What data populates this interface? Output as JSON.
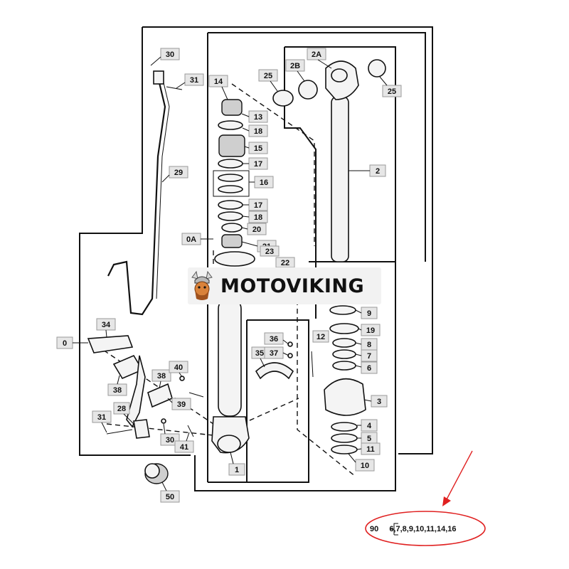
{
  "diagram": {
    "labels": {
      "l0": "0",
      "l0a": "0A",
      "l1": "1",
      "l2": "2",
      "l2a": "2A",
      "l2b": "2B",
      "l3": "3",
      "l4": "4",
      "l5": "5",
      "l6": "6",
      "l7": "7",
      "l8": "8",
      "l9": "9",
      "l10": "10",
      "l11": "11",
      "l12": "12",
      "l13": "13",
      "l14": "14",
      "l15": "15",
      "l16": "16",
      "l17a": "17",
      "l17b": "17",
      "l18a": "18",
      "l18b": "18",
      "l19": "19",
      "l20": "20",
      "l21": "21",
      "l22": "22",
      "l23": "23",
      "l25a": "25",
      "l25b": "25",
      "l28": "28",
      "l29": "29",
      "l30a": "30",
      "l30b": "30",
      "l31a": "31",
      "l31b": "31",
      "l34": "34",
      "l35": "35",
      "l36": "36",
      "l37": "37",
      "l38a": "38",
      "l38b": "38",
      "l39": "39",
      "l40": "40",
      "l41": "41",
      "l50": "50"
    },
    "watermark": "MOTOVIKING",
    "reference_note": {
      "prefix": "90",
      "items": "6,7,8,9,10,11,14,16"
    },
    "colors": {
      "highlight": "#e02020",
      "label_fill": "#e6e6e6",
      "line": "#111111"
    },
    "icons": [
      "viking-logo-icon",
      "red-arrow-icon"
    ]
  }
}
